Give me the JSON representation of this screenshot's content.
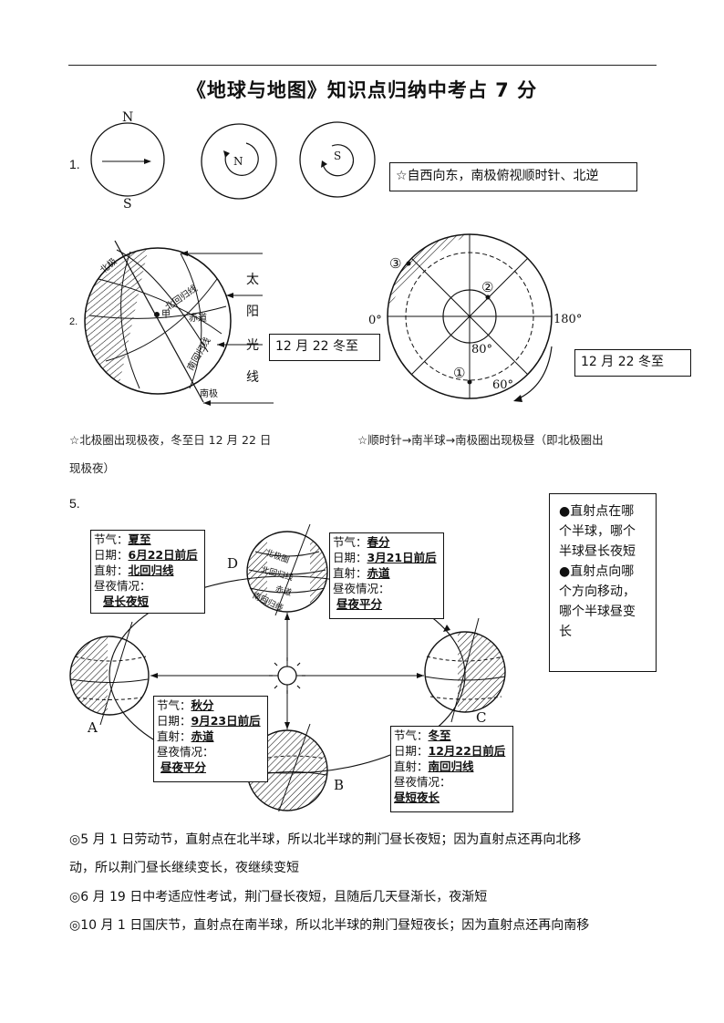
{
  "title": "《地球与地图》知识点归纳中考占 7 分",
  "section1": {
    "number": "1.",
    "globe1_n": "N",
    "globe1_s": "S",
    "globe2_label": "N",
    "globe3_label": "S",
    "note": "☆自西向东，南极俯视顺时针、北逆"
  },
  "section2": {
    "number": "2.",
    "north_pole": "北极",
    "tropic_cancer": "北回归线",
    "equator": "赤道",
    "tropic_capricorn": "南回归线",
    "south_pole": "南极",
    "point_jia": "甲",
    "sunlight_chars": [
      "太",
      "阳",
      "光",
      "线"
    ],
    "date_box_left": "12 月 22 冬至",
    "date_box_right": "12 月 22 冬至",
    "marker1": "①",
    "marker2": "②",
    "marker3": "③",
    "deg0": "0°",
    "deg180": "180°",
    "deg80": "80°",
    "deg60": "60°",
    "note_left": "☆北极圈出现极夜，冬至日 12 月 22 日",
    "note_left_cont": "现极夜）",
    "note_right": "☆顺时针→南半球→南极圈出现极昼（即北极圈出"
  },
  "section5": {
    "number": "5.",
    "summer": {
      "k1": "节气：",
      "v1": "夏至",
      "k2": "日期：",
      "v2": "6月22日前后",
      "k3": "直射：",
      "v3": "北回归线",
      "k4": "昼夜情况：",
      "v4": "昼长夜短"
    },
    "spring": {
      "k1": "节气：",
      "v1": "春分",
      "k2": "日期：",
      "v2": "3月21日前后",
      "k3": "直射：",
      "v3": "赤道",
      "k4": "昼夜情况：",
      "v4": "昼夜平分"
    },
    "autumn": {
      "k1": "节气：",
      "v1": "秋分",
      "k2": "日期：",
      "v2": "9月23日前后",
      "k3": "直射：",
      "v3": "赤道",
      "k4": "昼夜情况：",
      "v4": "昼夜平分"
    },
    "winter": {
      "k1": "节气：",
      "v1": "冬至",
      "k2": "日期：",
      "v2": "12月22日前后",
      "k3": "直射：",
      "v3": "南回归线",
      "k4": "昼夜情况：",
      "v4": "昼短夜长"
    },
    "label_a": "A",
    "label_b": "B",
    "label_c": "C",
    "label_d": "D",
    "d_arctic": "北极圈",
    "d_cancer": "北回归线",
    "d_equator": "赤道",
    "d_capricorn": "南回归线",
    "question1": "●直射点在哪个半球，哪个半球昼长夜短",
    "question2": "●直射点向哪个方向移动，哪个半球昼变长"
  },
  "paragraphs": [
    "◎5 月 1 日劳动节，直射点在北半球，所以北半球的荆门昼长夜短；因为直射点还再向北移",
    "动，所以荆门昼长继续变长，夜继续变短",
    "◎6 月 19 日中考适应性考试，荆门昼长夜短，且随后几天昼渐长，夜渐短",
    "◎10 月 1 日国庆节，直射点在南半球，所以北半球的荆门昼短夜长；因为直射点还再向南移"
  ]
}
